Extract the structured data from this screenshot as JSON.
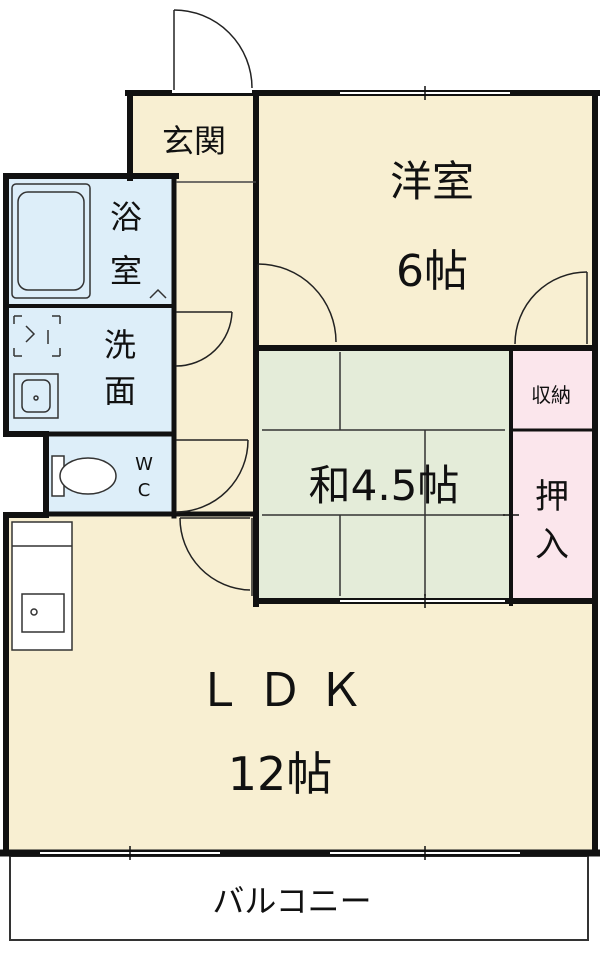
{
  "colors": {
    "wall": "#111111",
    "floor_wood": "#f8efd2",
    "floor_wet": "#ddeef9",
    "floor_tatami": "#e4ecd9",
    "storage_pink": "#fbe6ec",
    "balcony": "#ffffff"
  },
  "rooms": {
    "genkan": "玄関",
    "western_room_name": "洋室",
    "western_room_size": "6帖",
    "bath_line1": "浴",
    "bath_line2": "室",
    "washroom_line1": "洗",
    "washroom_line2": "面",
    "wc_line1": "W",
    "wc_line2": "C",
    "japanese_room": "和4.5帖",
    "storage": "収納",
    "oshiire_line1": "押",
    "oshiire_line2": "入",
    "ldk_name": "Ｌ Ｄ Ｋ",
    "ldk_size": "12帖",
    "balcony": "バルコニー"
  }
}
